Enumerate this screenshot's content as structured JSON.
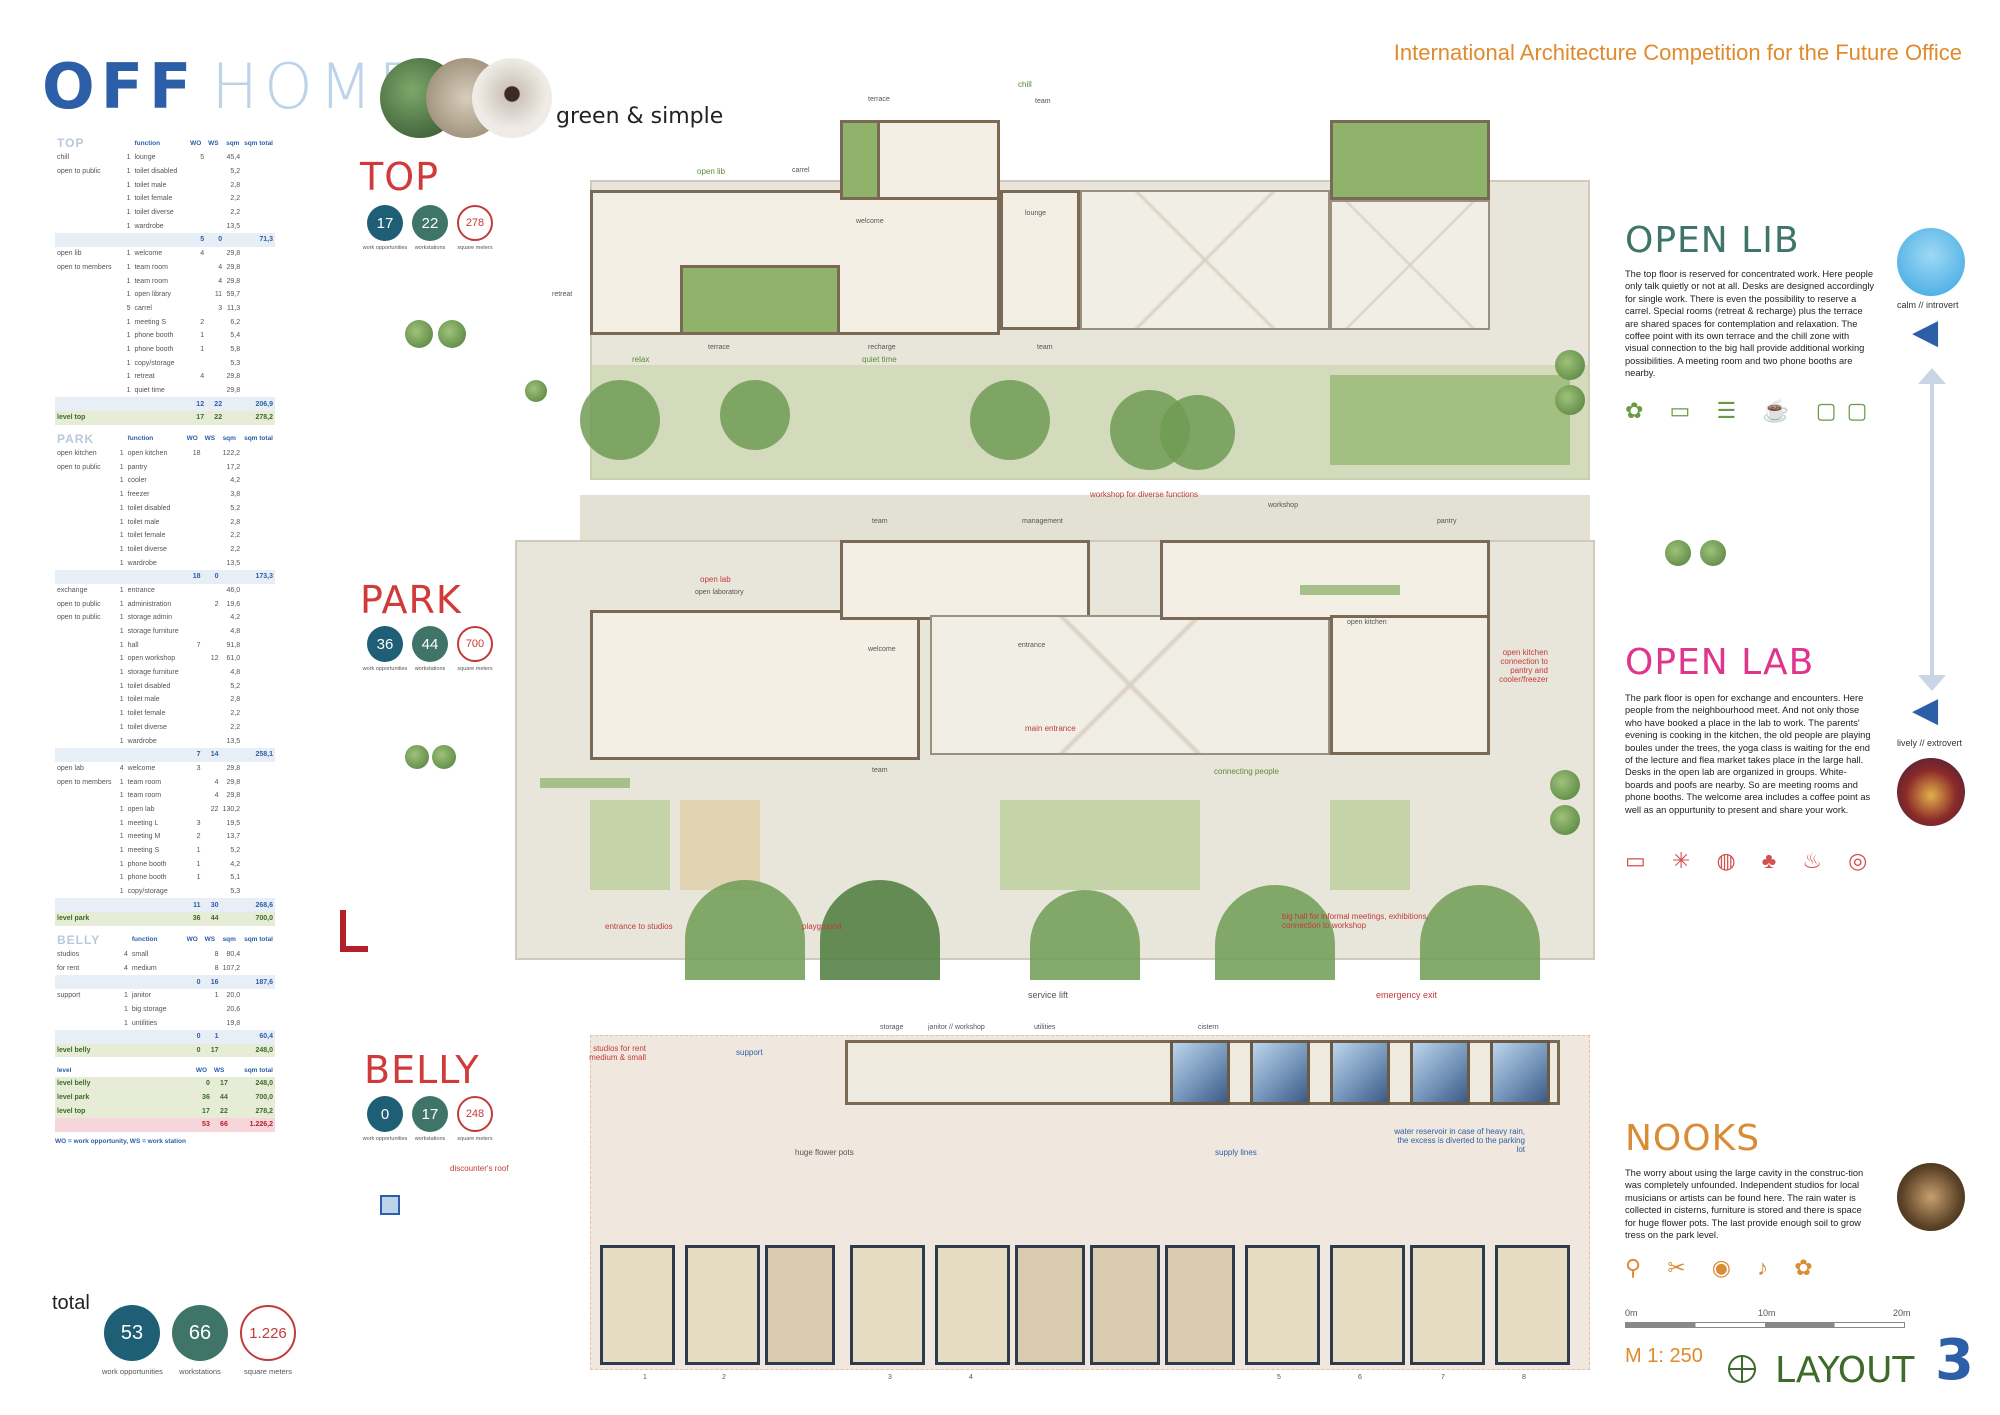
{
  "header": {
    "logo_off": "OFF",
    "logo_home": "HOME",
    "tagline": "green & simple",
    "competition": "International Architecture Competition for the Future Office"
  },
  "levels": {
    "top": "TOP",
    "park": "PARK",
    "belly": "BELLY"
  },
  "table_top": {
    "section": "TOP",
    "headers": [
      "function",
      "WO",
      "WS",
      "sqm",
      "sqm total"
    ],
    "rows": [
      [
        "chill",
        "1",
        "lounge",
        "5",
        "",
        "45,4",
        ""
      ],
      [
        "open to public",
        "1",
        "toilet disabled",
        "",
        "",
        "5,2",
        ""
      ],
      [
        "",
        "1",
        "toilet male",
        "",
        "",
        "2,8",
        ""
      ],
      [
        "",
        "1",
        "toilet female",
        "",
        "",
        "2,2",
        ""
      ],
      [
        "",
        "1",
        "toilet diverse",
        "",
        "",
        "2,2",
        ""
      ],
      [
        "",
        "1",
        "wardrobe",
        "",
        "",
        "13,5",
        ""
      ]
    ],
    "sub1": [
      "5",
      "0",
      "71,3"
    ],
    "rows2": [
      [
        "open lib",
        "1",
        "welcome",
        "4",
        "",
        "29,8",
        ""
      ],
      [
        "open to members",
        "1",
        "team room",
        "",
        "4",
        "29,8",
        ""
      ],
      [
        "",
        "1",
        "team room",
        "",
        "4",
        "29,8",
        ""
      ],
      [
        "",
        "1",
        "open library",
        "",
        "11",
        "59,7",
        ""
      ],
      [
        "",
        "5",
        "carrel",
        "",
        "3",
        "11,3",
        ""
      ],
      [
        "",
        "1",
        "meeting S",
        "2",
        "",
        "6,2",
        ""
      ],
      [
        "",
        "1",
        "phone booth",
        "1",
        "",
        "5,4",
        ""
      ],
      [
        "",
        "1",
        "phone booth",
        "1",
        "",
        "5,8",
        ""
      ],
      [
        "",
        "1",
        "copy/storage",
        "",
        "",
        "5,3",
        ""
      ],
      [
        "",
        "1",
        "retreat",
        "4",
        "",
        "29,8",
        ""
      ],
      [
        "",
        "1",
        "quiet time",
        "",
        "",
        "29,8",
        ""
      ]
    ],
    "sub2": [
      "12",
      "22",
      "206,9"
    ],
    "level_total_label": "level top",
    "level_total": [
      "17",
      "22",
      "278,2"
    ]
  },
  "table_park": {
    "section": "PARK",
    "headers": [
      "function",
      "WO",
      "WS",
      "sqm",
      "sqm total"
    ],
    "rows": [
      [
        "open kitchen",
        "1",
        "open kitchen",
        "18",
        "",
        "122,2",
        ""
      ],
      [
        "open to public",
        "1",
        "pantry",
        "",
        "",
        "17,2",
        ""
      ],
      [
        "",
        "1",
        "cooler",
        "",
        "",
        "4,2",
        ""
      ],
      [
        "",
        "1",
        "freezer",
        "",
        "",
        "3,8",
        ""
      ],
      [
        "",
        "1",
        "toilet disabled",
        "",
        "",
        "5,2",
        ""
      ],
      [
        "",
        "1",
        "toilet male",
        "",
        "",
        "2,8",
        ""
      ],
      [
        "",
        "1",
        "toilet female",
        "",
        "",
        "2,2",
        ""
      ],
      [
        "",
        "1",
        "toilet diverse",
        "",
        "",
        "2,2",
        ""
      ],
      [
        "",
        "1",
        "wardrobe",
        "",
        "",
        "13,5",
        ""
      ]
    ],
    "sub1": [
      "18",
      "0",
      "173,3"
    ],
    "rows2": [
      [
        "exchange",
        "1",
        "entrance",
        "",
        "",
        "46,0",
        ""
      ],
      [
        "open to public",
        "1",
        "administration",
        "",
        "2",
        "19,6",
        ""
      ],
      [
        "open to public",
        "1",
        "storage admin",
        "",
        "",
        "4,2",
        ""
      ],
      [
        "",
        "1",
        "storage furniture",
        "",
        "",
        "4,8",
        ""
      ],
      [
        "",
        "1",
        "hall",
        "7",
        "",
        "91,8",
        ""
      ],
      [
        "",
        "1",
        "open workshop",
        "",
        "12",
        "61,0",
        ""
      ],
      [
        "",
        "1",
        "storage furniture",
        "",
        "",
        "4,8",
        ""
      ],
      [
        "",
        "1",
        "toilet disabled",
        "",
        "",
        "5,2",
        ""
      ],
      [
        "",
        "1",
        "toilet male",
        "",
        "",
        "2,8",
        ""
      ],
      [
        "",
        "1",
        "toilet female",
        "",
        "",
        "2,2",
        ""
      ],
      [
        "",
        "1",
        "toilet diverse",
        "",
        "",
        "2,2",
        ""
      ],
      [
        "",
        "1",
        "wardrobe",
        "",
        "",
        "13,5",
        ""
      ]
    ],
    "sub2": [
      "7",
      "14",
      "258,1"
    ],
    "rows3": [
      [
        "open lab",
        "4",
        "welcome",
        "3",
        "",
        "29,8",
        ""
      ],
      [
        "open to members",
        "1",
        "team room",
        "",
        "4",
        "29,8",
        ""
      ],
      [
        "",
        "1",
        "team room",
        "",
        "4",
        "29,8",
        ""
      ],
      [
        "",
        "1",
        "open lab",
        "",
        "22",
        "130,2",
        ""
      ],
      [
        "",
        "1",
        "meeting L",
        "3",
        "",
        "19,5",
        ""
      ],
      [
        "",
        "1",
        "meeting M",
        "2",
        "",
        "13,7",
        ""
      ],
      [
        "",
        "1",
        "meeting S",
        "1",
        "",
        "5,2",
        ""
      ],
      [
        "",
        "1",
        "phone booth",
        "1",
        "",
        "4,2",
        ""
      ],
      [
        "",
        "1",
        "phone booth",
        "1",
        "",
        "5,1",
        ""
      ],
      [
        "",
        "1",
        "copy/storage",
        "",
        "",
        "5,3",
        ""
      ]
    ],
    "sub3": [
      "11",
      "30",
      "268,6"
    ],
    "level_total_label": "level park",
    "level_total": [
      "36",
      "44",
      "700,0"
    ]
  },
  "table_belly": {
    "section": "BELLY",
    "headers": [
      "function",
      "WO",
      "WS",
      "sqm",
      "sqm total"
    ],
    "rows": [
      [
        "studios",
        "4",
        "small",
        "",
        "8",
        "80,4",
        ""
      ],
      [
        "for rent",
        "4",
        "medium",
        "",
        "8",
        "107,2",
        ""
      ]
    ],
    "sub1": [
      "0",
      "16",
      "187,6"
    ],
    "rows2": [
      [
        "support",
        "1",
        "janitor",
        "",
        "1",
        "20,0",
        ""
      ],
      [
        "",
        "1",
        "big storage",
        "",
        "",
        "20,6",
        ""
      ],
      [
        "",
        "1",
        "untilities",
        "",
        "",
        "19,8",
        ""
      ]
    ],
    "sub2": [
      "0",
      "1",
      "60,4"
    ],
    "level_total_label": "level belly",
    "level_total": [
      "0",
      "17",
      "248,0"
    ]
  },
  "table_summary": {
    "headers": [
      "level",
      "WO",
      "WS",
      "sqm total"
    ],
    "rows": [
      [
        "level belly",
        "0",
        "17",
        "248,0"
      ],
      [
        "level park",
        "36",
        "44",
        "700,0"
      ],
      [
        "level top",
        "17",
        "22",
        "278,2"
      ]
    ],
    "grand": [
      "53",
      "66",
      "1.226,2"
    ],
    "note": "WO = work opportunity, WS = work station"
  },
  "total": {
    "label": "total",
    "wo": "53",
    "ws": "66",
    "sqm": "1.226",
    "wo_label": "work opportunities",
    "ws_label": "workstations",
    "sqm_label": "square meters"
  },
  "top_stats": {
    "wo": "17",
    "ws": "22",
    "sqm": "278",
    "wo_label": "work opportunities",
    "ws_label": "workstations",
    "sqm_label": "square meters"
  },
  "park_stats": {
    "wo": "36",
    "ws": "44",
    "sqm": "700",
    "wo_label": "work opportunities",
    "ws_label": "workstations",
    "sqm_label": "square meters"
  },
  "belly_stats": {
    "wo": "0",
    "ws": "17",
    "sqm": "248",
    "wo_label": "work opportunities",
    "ws_label": "workstations",
    "sqm_label": "square meters"
  },
  "top_plan_labels": {
    "terrace": "terrace",
    "chill": "chill",
    "team": "team",
    "open_lib": "open lib",
    "carrel": "carrel",
    "welcome": "welcome",
    "lounge": "lounge",
    "retreat": "retreat",
    "terrace2": "terrace",
    "recharge": "recharge",
    "team2": "team",
    "relax": "relax",
    "quiet_time": "quiet time"
  },
  "park_plan_labels": {
    "workshop_diverse": "workshop for diverse functions",
    "team": "team",
    "management": "management",
    "workshop": "workshop",
    "pantry": "pantry",
    "open_lab": "open lab",
    "open_laboratory": "open laboratory",
    "welcome": "welcome",
    "entrance": "entrance",
    "open_kitchen": "open kitchen",
    "open_kitchen_note": "open kitchen connection to pantry and cooler/freezer",
    "main_entrance": "main entrance",
    "connecting_people": "connecting people",
    "team2": "team",
    "entrance_studios": "entrance to studios",
    "playground": "playground",
    "big_hall": "big hall for informal meetings, exhibitions, connection to workshop"
  },
  "belly_plan_labels": {
    "service_lift": "service lift",
    "emergency_exit": "emergency exit",
    "storage": "storage",
    "janitor": "janitor // workshop",
    "utilities": "utilities",
    "cistern": "cistern",
    "studios": "studios for rent medium & small",
    "support": "support",
    "huge_pots": "huge flower pots",
    "supply_lines": "supply lines",
    "water_reservoir": "water reservoir in case of heavy rain, the excess is diverted to the parking lot",
    "discounters_roof": "discounter's roof",
    "n1": "1",
    "n2": "2",
    "n3": "3",
    "n4": "4",
    "n5": "5",
    "n6": "6",
    "n7": "7",
    "n8": "8"
  },
  "open_lib": {
    "title": "OPEN LIB",
    "body": "The top floor is reserved for concentrated work. Here people only talk quietly or not at all. Desks are designed accordingly for single work. There is even the possibility to reserve a carrel. Special rooms (retreat & recharge) plus the terrace are shared spaces for contemplation and relaxation. The coffee point with its own terrace and the chill zone with visual connection to the big hall provide additional working possibilities. A meeting room and two phone booths are nearby.",
    "icons": "✿ ▭ ☰ ☕ ▢▢"
  },
  "open_lab": {
    "title": "OPEN LAB",
    "body": "The park floor is open for exchange and encounters. Here people from the neighbourhood meet. And not only those who have booked a place in the lab to work. The parents' evening is cooking in the kitchen, the old people are playing boules under the trees, the yoga class is waiting for the end of the lecture and flea market takes place in the large hall. Desks in the open lab are organized in groups. White-boards and poofs are nearby. So are meeting rooms and phone booths. The welcome area includes a coffee point as well as an oppurtunity to present and share your work.",
    "icons": "▭ ✳ ◍ ♣ ♨ ◎"
  },
  "nooks": {
    "title": "NOOKS",
    "body": "The worry about using the large cavity in the construc-tion was completely unfounded. Independent studios for local musicians or artists can be found here. The rain water is collected in cisterns, furniture is stored and there is space for huge flower pots. The last provide enough soil to grow tress on the park level.",
    "icons": "⚲ ✂ ◉ ♪ ✿"
  },
  "mood": {
    "calm": "calm // introvert",
    "lively": "lively // extrovert"
  },
  "scale": {
    "s0": "0m",
    "s10": "10m",
    "s20": "20m",
    "m": "M 1: 250",
    "layout": "LAYOUT",
    "page": "3"
  },
  "colors": {
    "accent_blue": "#2d5fa8",
    "accent_red": "#d03a3a",
    "accent_orange": "#e08a2c",
    "accent_green": "#3e6b2a",
    "nooks_orange": "#d98c36",
    "open_lab_pink": "#e0358c"
  }
}
